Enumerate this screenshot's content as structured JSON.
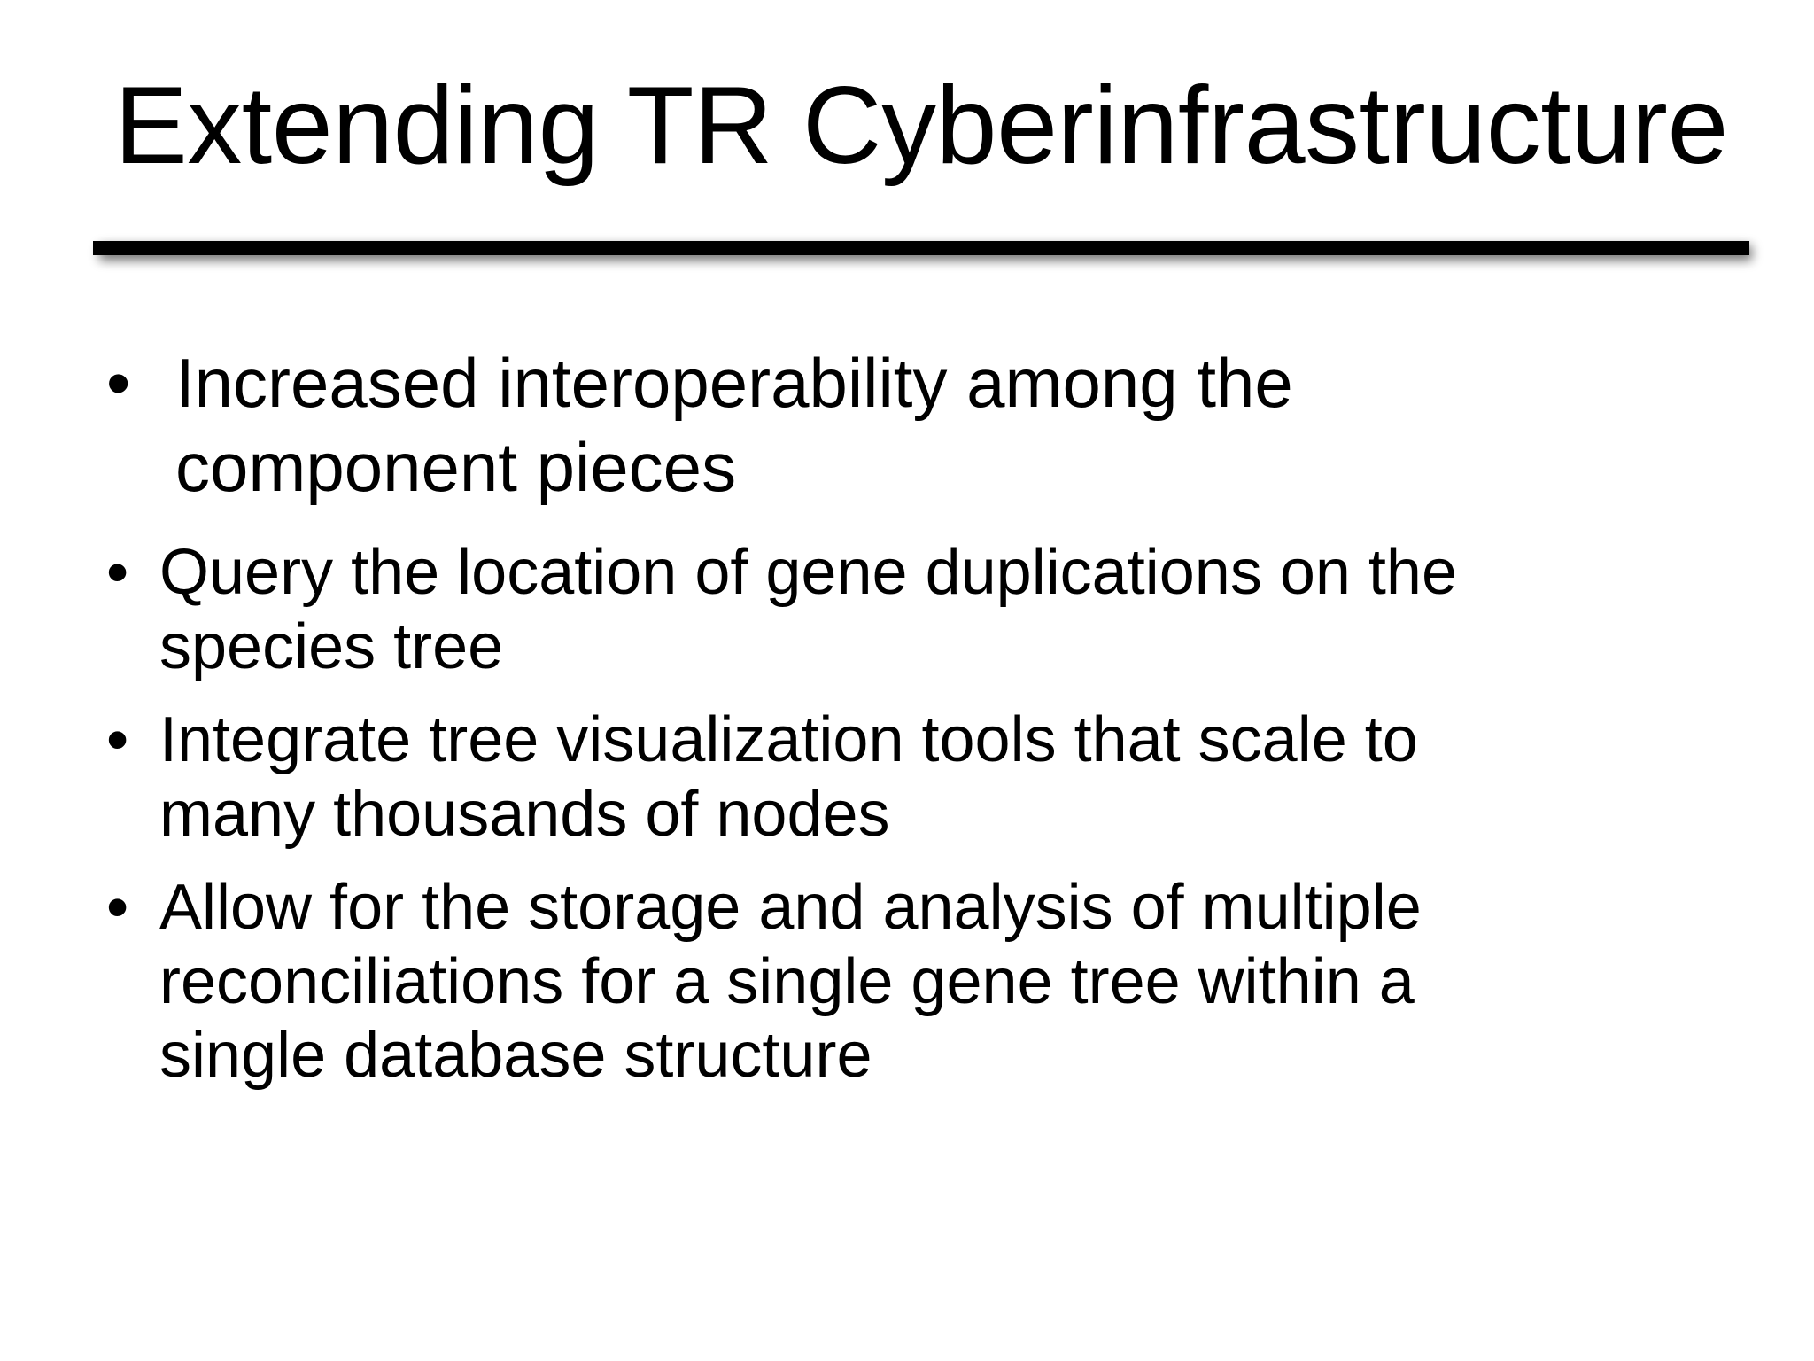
{
  "slide": {
    "title": "Extending TR Cyberinfrastructure",
    "background_color": "#ffffff",
    "text_color": "#000000",
    "divider": {
      "name": "title-underline-rule",
      "color": "#000000"
    },
    "bullet_glyph": "•",
    "bullets": [
      {
        "text": "Increased interoperability among the\ncomponent pieces",
        "emphasis": "lead"
      },
      {
        "text": "Query the location of gene duplications on the\nspecies tree",
        "emphasis": "normal"
      },
      {
        "text": "Integrate tree visualization tools that scale to\nmany thousands of nodes",
        "emphasis": "normal"
      },
      {
        "text": "Allow for the storage and analysis of multiple\nreconciliations for a single gene tree within a\nsingle database structure",
        "emphasis": "normal"
      }
    ]
  }
}
